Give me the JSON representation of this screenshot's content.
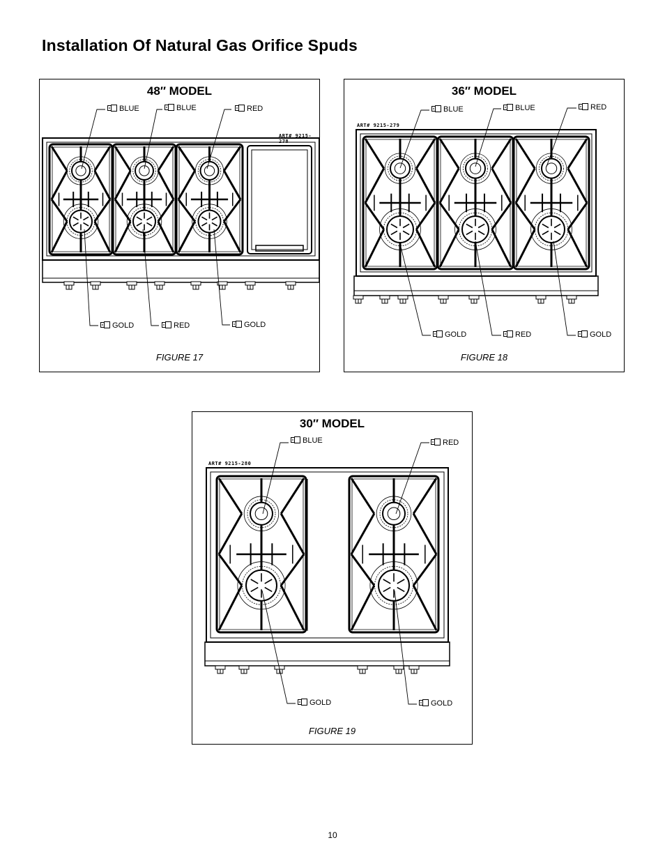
{
  "page": {
    "title": "Installation Of Natural Gas Orifice Spuds",
    "page_number": "10"
  },
  "figures": [
    {
      "heading": "48″ MODEL",
      "caption": "FIGURE 17",
      "art_number": "ART# 9215-278",
      "callouts_top": [
        "BLUE",
        "BLUE",
        "RED"
      ],
      "callouts_bottom": [
        "GOLD",
        "RED",
        "GOLD"
      ]
    },
    {
      "heading": "36″ MODEL",
      "caption": "FIGURE 18",
      "art_number": "ART# 9215-279",
      "callouts_top": [
        "BLUE",
        "BLUE",
        "RED"
      ],
      "callouts_bottom": [
        "GOLD",
        "RED",
        "GOLD"
      ]
    },
    {
      "heading": "30″ MODEL",
      "caption": "FIGURE 19",
      "art_number": "ART# 9215-280",
      "callouts_top": [
        "BLUE",
        "RED"
      ],
      "callouts_bottom": [
        "GOLD",
        "GOLD"
      ]
    }
  ],
  "icons": {
    "spud": "orifice-spud-icon"
  }
}
